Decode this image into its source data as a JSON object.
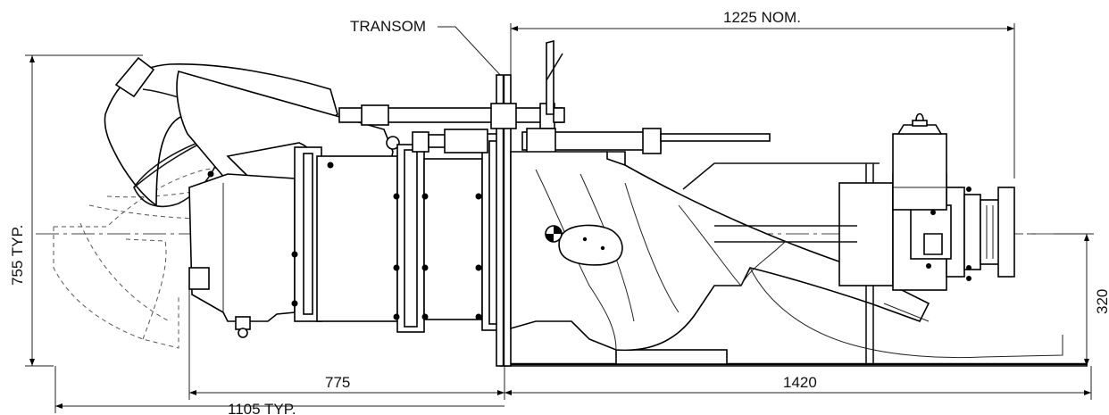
{
  "labels": {
    "transom": "TRANSOM",
    "overall_length_top": "1225 NOM.",
    "height": "755 TYP.",
    "forward_length": "1420",
    "aft_length": "775",
    "reverse_extension": "1105 TYP.",
    "shaft_height": "320"
  }
}
